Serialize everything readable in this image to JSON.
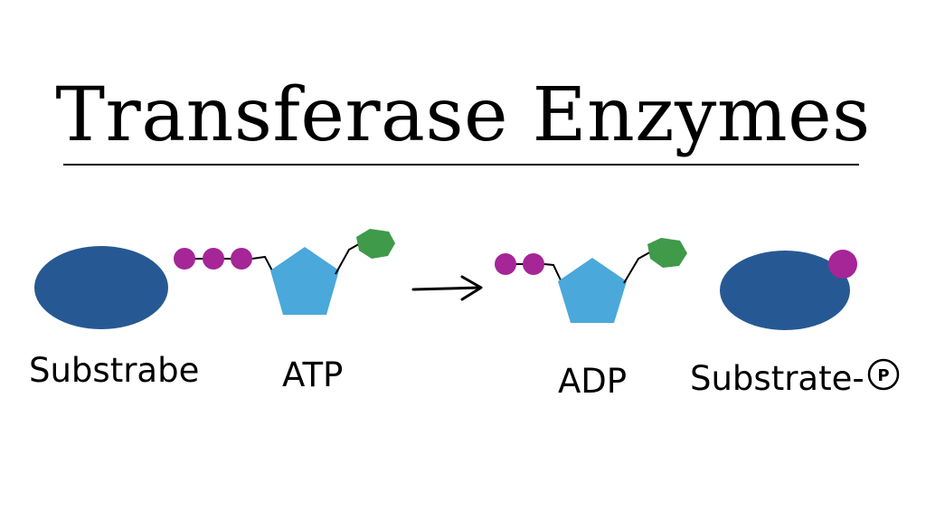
{
  "title": "Transferase Enzymes",
  "labels": {
    "substrate_left": "Substrabe",
    "atp": "ATP",
    "adp": "ADP",
    "substrate_right": "Substrate-",
    "phosphate_symbol": "P"
  },
  "colors": {
    "substrate": "#265993",
    "phosphate": "#a62597",
    "ribose": "#4aa8da",
    "base": "#3f9a4a",
    "line": "#000000"
  }
}
